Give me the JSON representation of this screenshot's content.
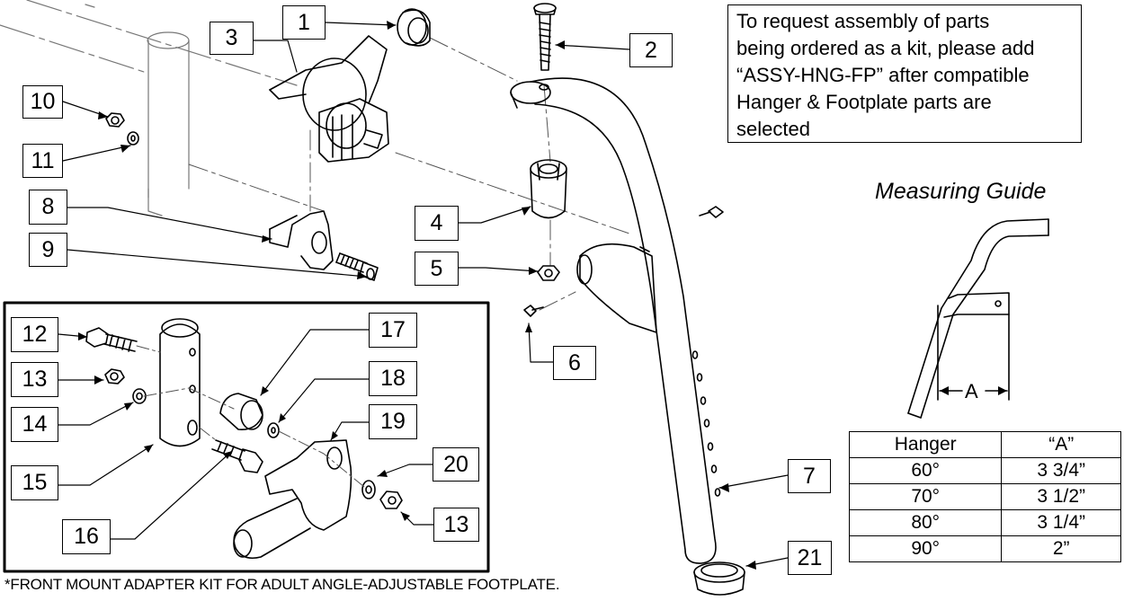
{
  "note": {
    "lines": [
      "To request assembly of parts",
      "being ordered as a kit, please add",
      "“ASSY-HNG-FP” after compatible",
      "Hanger & Footplate parts are",
      "selected"
    ]
  },
  "measuring_guide": {
    "title": "Measuring Guide",
    "dimension_label": "A"
  },
  "spec_table": {
    "headers": [
      "Hanger",
      "“A”"
    ],
    "rows": [
      [
        "60°",
        "3 3/4”"
      ],
      [
        "70°",
        "3 1/2”"
      ],
      [
        "80°",
        "3 1/4”"
      ],
      [
        "90°",
        "2”"
      ]
    ]
  },
  "callouts": [
    "1",
    "2",
    "3",
    "4",
    "5",
    "6",
    "7",
    "8",
    "9",
    "10",
    "11",
    "12",
    "13",
    "14",
    "15",
    "16",
    "17",
    "18",
    "19",
    "20",
    "13",
    "21"
  ],
  "footnote": "*FRONT MOUNT ADAPTER KIT FOR ADULT ANGLE-ADJUSTABLE  FOOTPLATE."
}
